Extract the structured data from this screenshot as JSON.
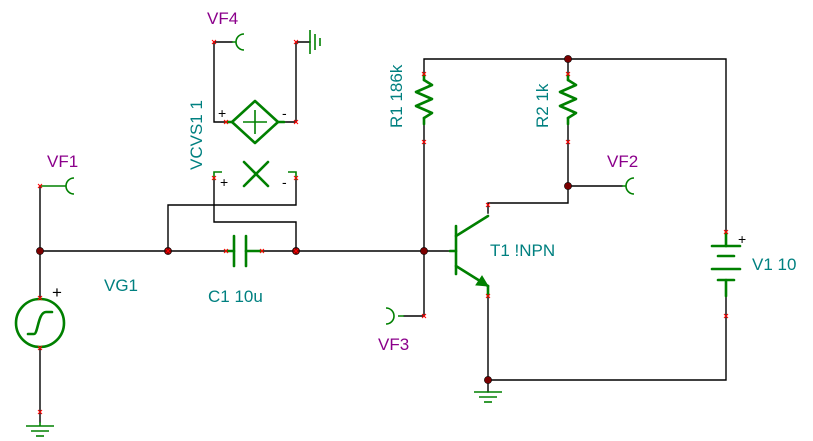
{
  "colors": {
    "wire": "#000000",
    "component": "#008000",
    "pin": "#ff0000",
    "node": "#7a0000",
    "component_label": "#008080",
    "probe_label": "#8b008b"
  },
  "labels": {
    "vf4": "VF4",
    "vf1": "VF1",
    "vf2": "VF2",
    "vf3": "VF3",
    "vcvs": "VCVS1 1",
    "r1": "R1 186k",
    "r2": "R2 1k",
    "vg1": "VG1",
    "c1": "C1 10u",
    "t1": "T1 !NPN",
    "v1": "V1 10"
  },
  "symbols": {
    "plus": "+",
    "minus": "-",
    "battery_plus": "+"
  },
  "icons": {
    "generator": "step-source-icon",
    "ground": "ground-icon",
    "probe": "voltage-probe-icon"
  }
}
